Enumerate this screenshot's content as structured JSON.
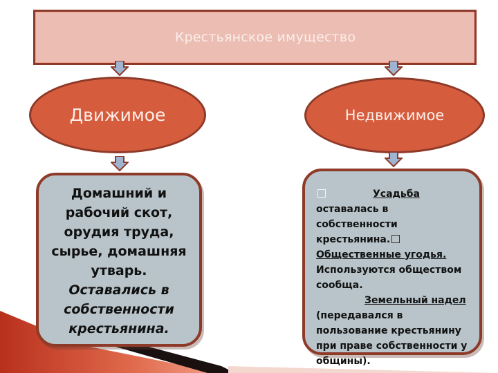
{
  "title": "Крестьянское имущество",
  "left": {
    "heading": "Движимое",
    "body_lines": [
      "Домашний и",
      "рабочий скот,",
      "орудия труда,",
      "сырье, домашняя",
      "утварь."
    ],
    "italic_lines": [
      "Оставались в",
      "собственности",
      "крестьянина."
    ]
  },
  "right": {
    "heading": "Недвижимое",
    "item1_title": "Усадьба",
    "item1_text": "оставалась в собственности крестьянина.",
    "item2_title": "Общественные угодья.",
    "item2_text": "Используются обществом сообща.",
    "item3_title": "Земельный надел",
    "item3_text": "(передавался в пользование крестьянину при праве собственности у общины)."
  },
  "colors": {
    "title_fill": "#ecbdb2",
    "border": "#8c3a2a",
    "ellipse_fill": "#d65c3e",
    "card_fill": "#b8c4c9",
    "arrow_fill": "#9fb4d0"
  }
}
